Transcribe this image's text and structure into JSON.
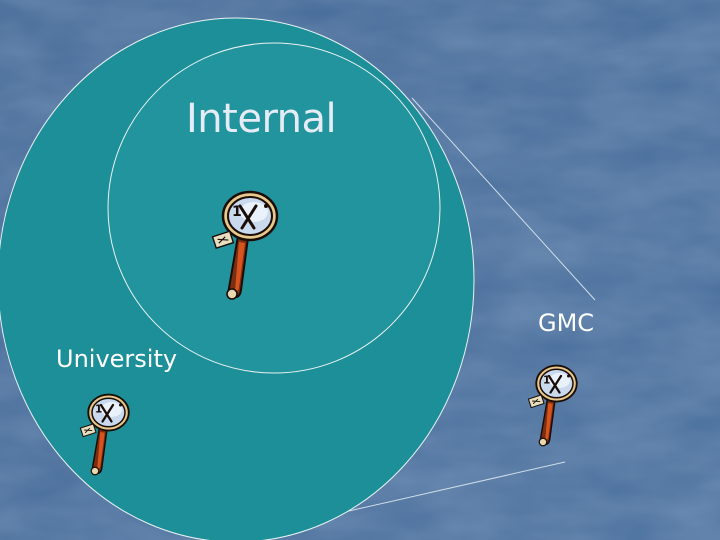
{
  "diagram": {
    "labels": {
      "internal": "Internal",
      "gmc": "GMC",
      "university": "University"
    },
    "colors": {
      "background": "#4a6d9a",
      "outer_circle_fill": "#1d8f98",
      "inner_circle_fill": "#22949d",
      "circle_stroke": "#e8f2f2",
      "connector_line": "#d0dde8",
      "text": "#ffffff"
    },
    "icons": {
      "internal": "magnifying-glass-icon",
      "university": "magnifying-glass-icon",
      "gmc": "magnifying-glass-icon"
    }
  }
}
